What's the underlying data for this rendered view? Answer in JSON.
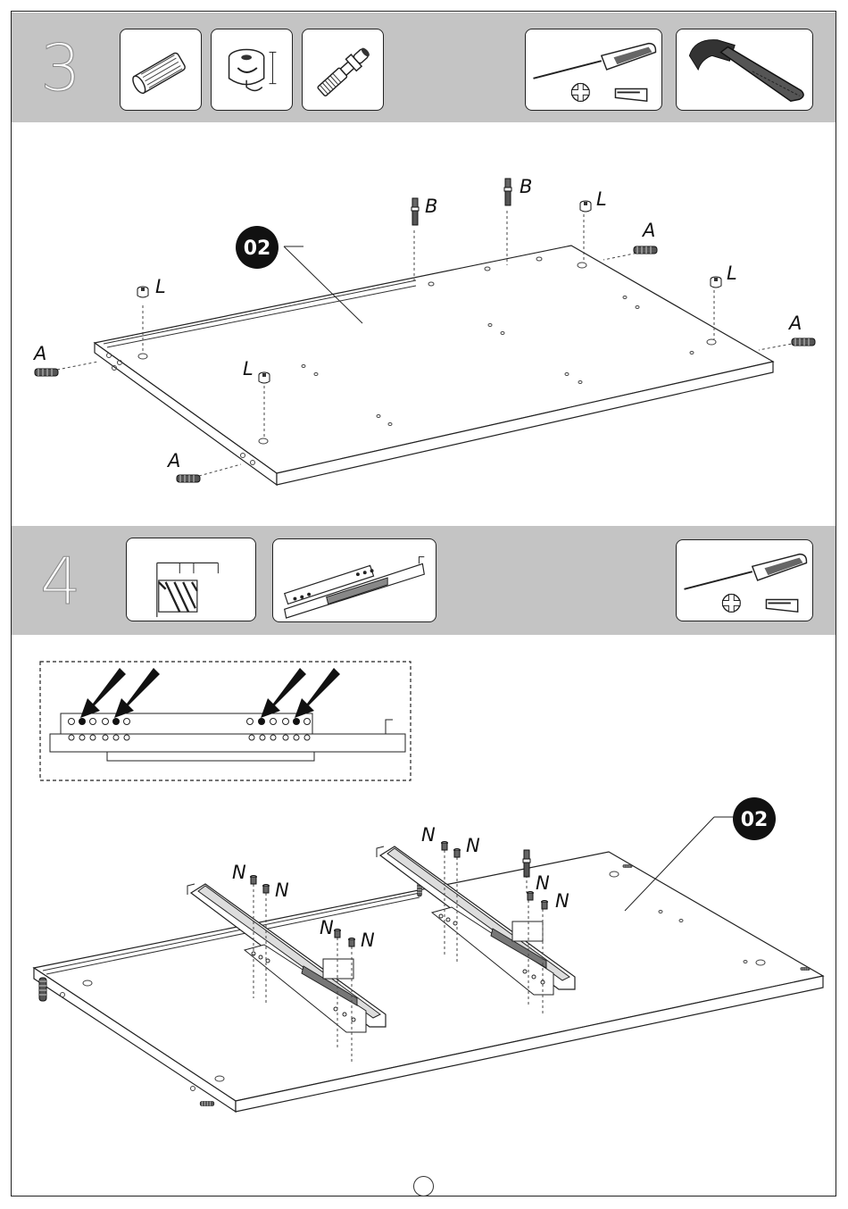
{
  "step3": {
    "number": "3",
    "part_badge": "02",
    "labels": {
      "dowel": "A",
      "cam_bolt": "B",
      "cam_lock": "L"
    },
    "hardware_icons": [
      "wooden-dowel-icon",
      "cam-lock-icon",
      "cam-bolt-icon"
    ],
    "tool_icons": [
      "screwdriver-icon",
      "hammer-icon"
    ]
  },
  "step4": {
    "number": "4",
    "part_badge": "02",
    "labels": {
      "insert_nut": "N"
    },
    "hardware_icons": [
      "threaded-insert-icon",
      "drawer-slide-icon"
    ],
    "tool_icons": [
      "screwdriver-icon"
    ]
  },
  "page_number": ""
}
